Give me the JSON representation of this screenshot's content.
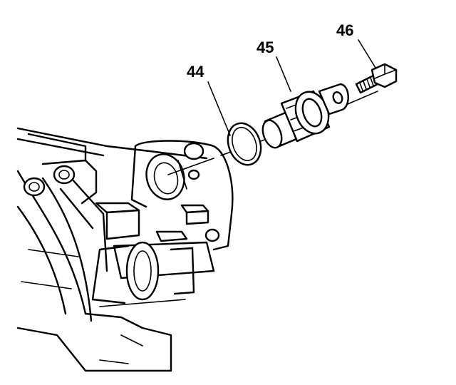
{
  "callouts": {
    "seal": "44",
    "sensor": "45",
    "bolt": "46"
  }
}
